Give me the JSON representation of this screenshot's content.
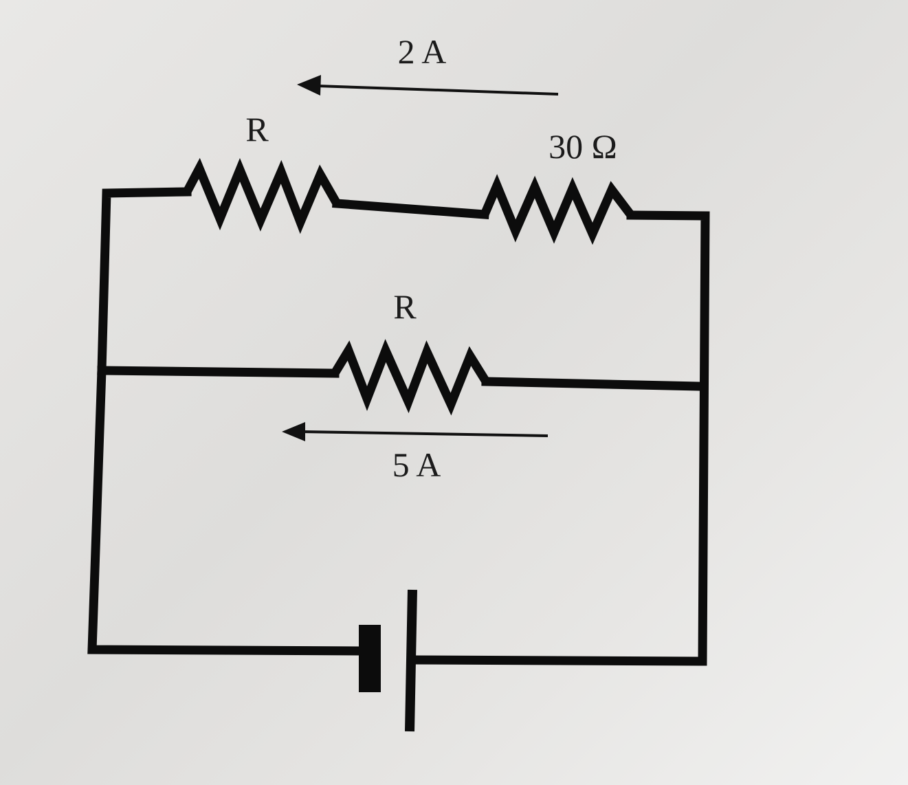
{
  "labels": {
    "current_top": "2 A",
    "resistor_top_left": "R",
    "resistor_top_right": "30 Ω",
    "resistor_middle": "R",
    "current_bottom": "5 A"
  },
  "colors": {
    "ink": "#0c0c0c"
  }
}
